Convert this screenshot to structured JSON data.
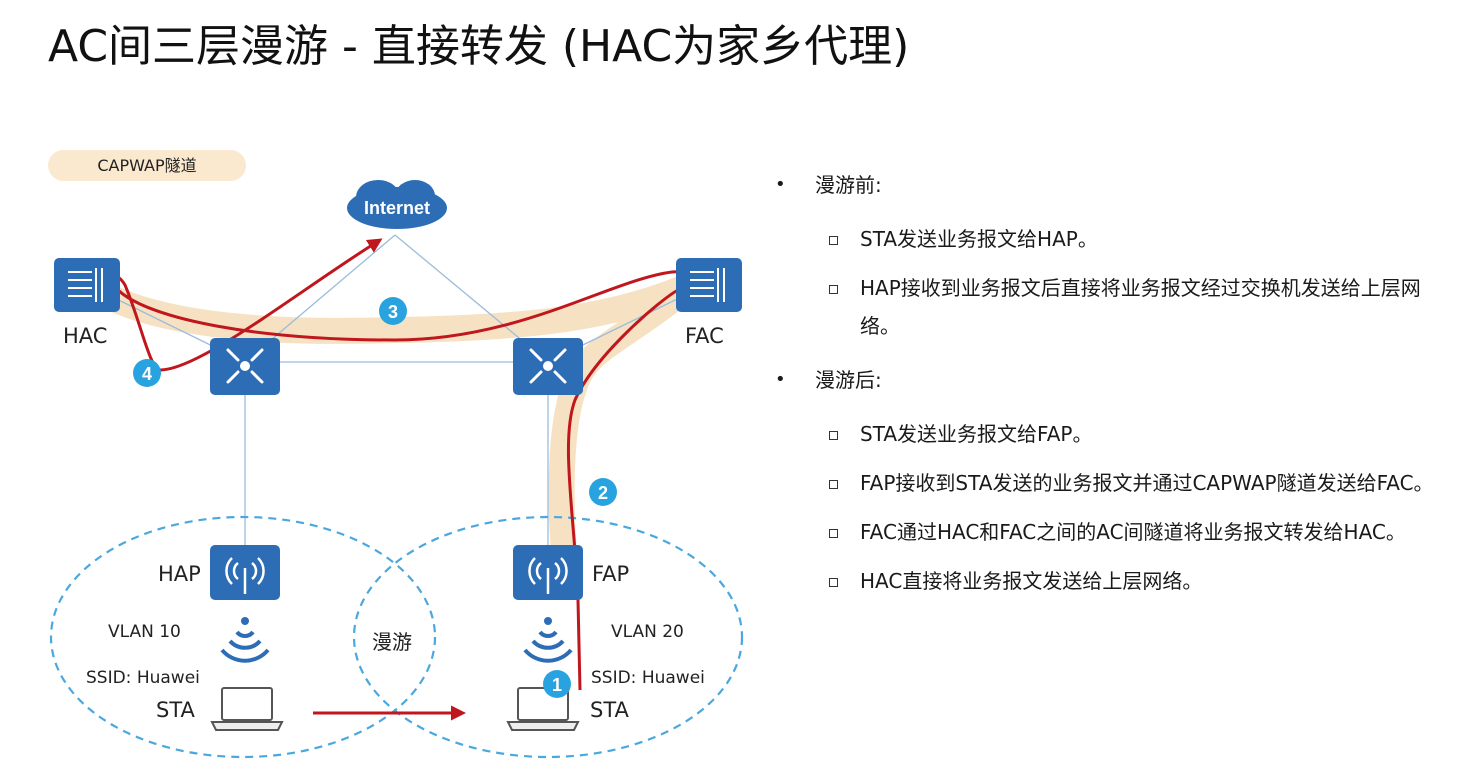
{
  "title": "AC间三层漫游 - 直接转发 (HAC为家乡代理)",
  "legend": "CAPWAP隧道",
  "cloud": "Internet",
  "devices": {
    "hac": "HAC",
    "fac": "FAC",
    "hap": "HAP",
    "fap": "FAP",
    "sta_left": "STA",
    "sta_right": "STA"
  },
  "vlans": {
    "left": "VLAN 10",
    "right": "VLAN 20"
  },
  "ssid": {
    "left": "SSID: Huawei",
    "right": "SSID: Huawei"
  },
  "roam_label": "漫游",
  "steps": [
    "1",
    "2",
    "3",
    "4"
  ],
  "colors": {
    "device_blue": "#2d6db5",
    "path_red": "#c0161d",
    "tunnel": "#f6e2c2",
    "step_badge": "#29a3e0",
    "cell_border": "#4aa8df"
  },
  "bullets": [
    {
      "heading": "漫游前:",
      "items": [
        "STA发送业务报文给HAP。",
        "HAP接收到业务报文后直接将业务报文经过交换机发送给上层网络。"
      ]
    },
    {
      "heading": "漫游后:",
      "items": [
        "STA发送业务报文给FAP。",
        "FAP接收到STA发送的业务报文并通过CAPWAP隧道发送给FAC。",
        "FAC通过HAC和FAC之间的AC间隧道将业务报文转发给HAC。",
        "HAC直接将业务报文发送给上层网络。"
      ]
    }
  ]
}
